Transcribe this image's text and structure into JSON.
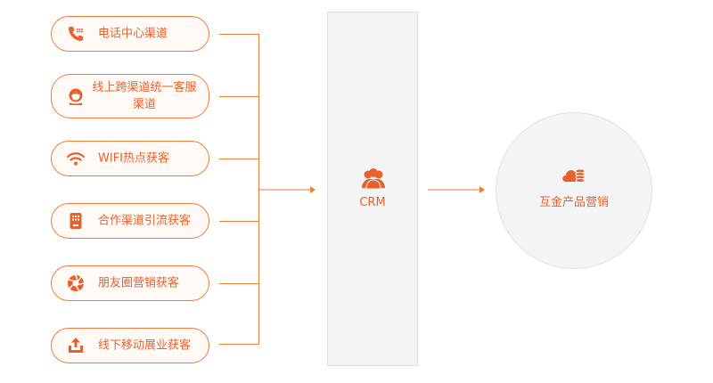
{
  "channels": [
    {
      "label": "电话中心渠道",
      "icon": "phone-icon"
    },
    {
      "label": "线上跨渠道统一客服渠道",
      "icon": "customer-service-icon"
    },
    {
      "label": "WIFI热点获客",
      "icon": "wifi-icon"
    },
    {
      "label": "合作渠道引流获客",
      "icon": "partner-device-icon"
    },
    {
      "label": "朋友圈营销获客",
      "icon": "aperture-icon"
    },
    {
      "label": "线下移动展业获客",
      "icon": "upload-tray-icon"
    }
  ],
  "hub": {
    "label": "CRM",
    "icon": "people-icon"
  },
  "target": {
    "label": "互金产品营销",
    "icon": "cloud-coins-icon"
  },
  "colors": {
    "accent": "#e8612c",
    "panel": "#f4f4f6"
  }
}
